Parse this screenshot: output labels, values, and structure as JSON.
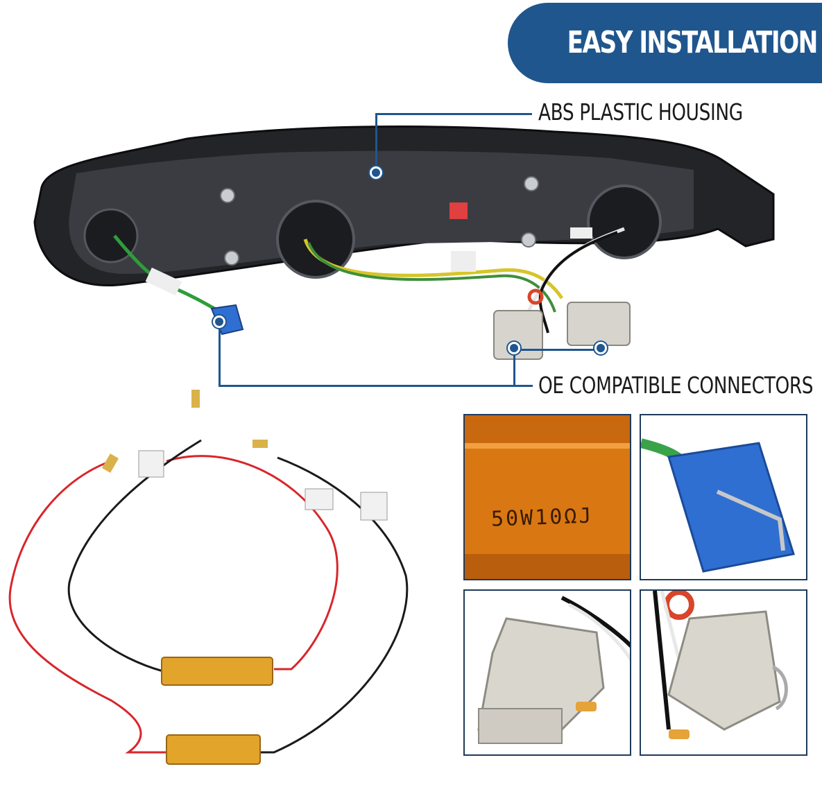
{
  "banner": {
    "title": "EASY INSTALLATION"
  },
  "callouts": {
    "housing": "ABS PLASTIC HOUSING",
    "connectors": "OE COMPATIBLE CONNECTORS"
  },
  "detail_panels": {
    "resistor_marking": "50W10ΩJ"
  },
  "colors": {
    "accent_blue": "#1f568e",
    "resistor_gold": "#d97812",
    "wire_red": "#d8262b",
    "wire_black": "#1a1a1a"
  }
}
